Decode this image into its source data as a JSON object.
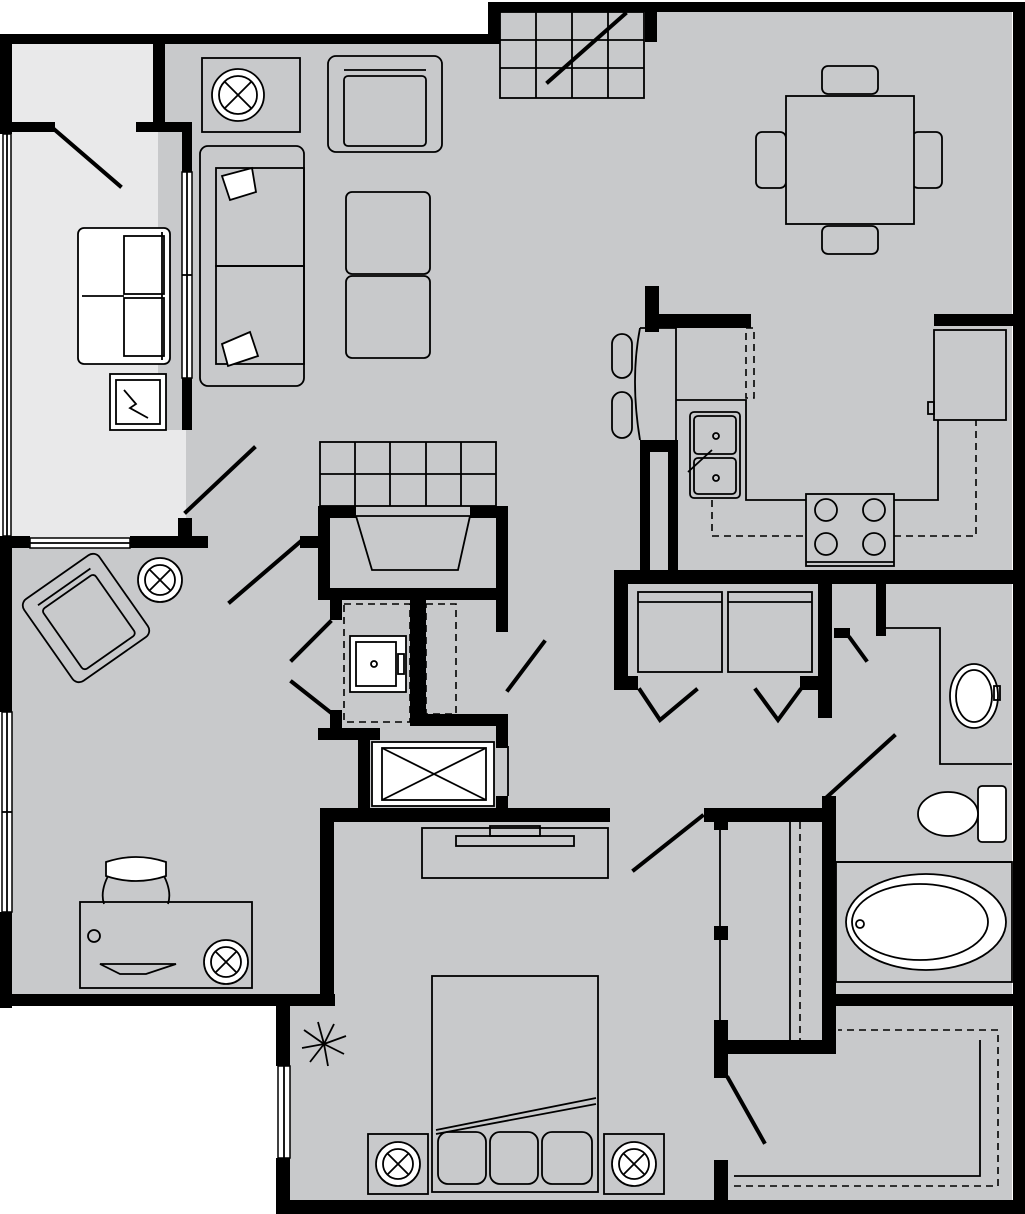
{
  "plan": {
    "rooms": [
      "patio",
      "living-room",
      "dining-area",
      "kitchen",
      "laundry",
      "bathroom",
      "walk-in-closet",
      "bedroom",
      "den"
    ],
    "fixtures": [
      "sofa",
      "loveseat",
      "armchair",
      "dining-table",
      "bed",
      "desk",
      "stove",
      "sink",
      "bathtub",
      "toilet",
      "washer",
      "dryer",
      "fireplace",
      "water-heater",
      "outdoor-grill",
      "plant"
    ],
    "palette": {
      "floor": "#c8c9cb",
      "patio": "#e9e9ea",
      "wall": "#000000",
      "fixture": "#ffffff"
    }
  }
}
